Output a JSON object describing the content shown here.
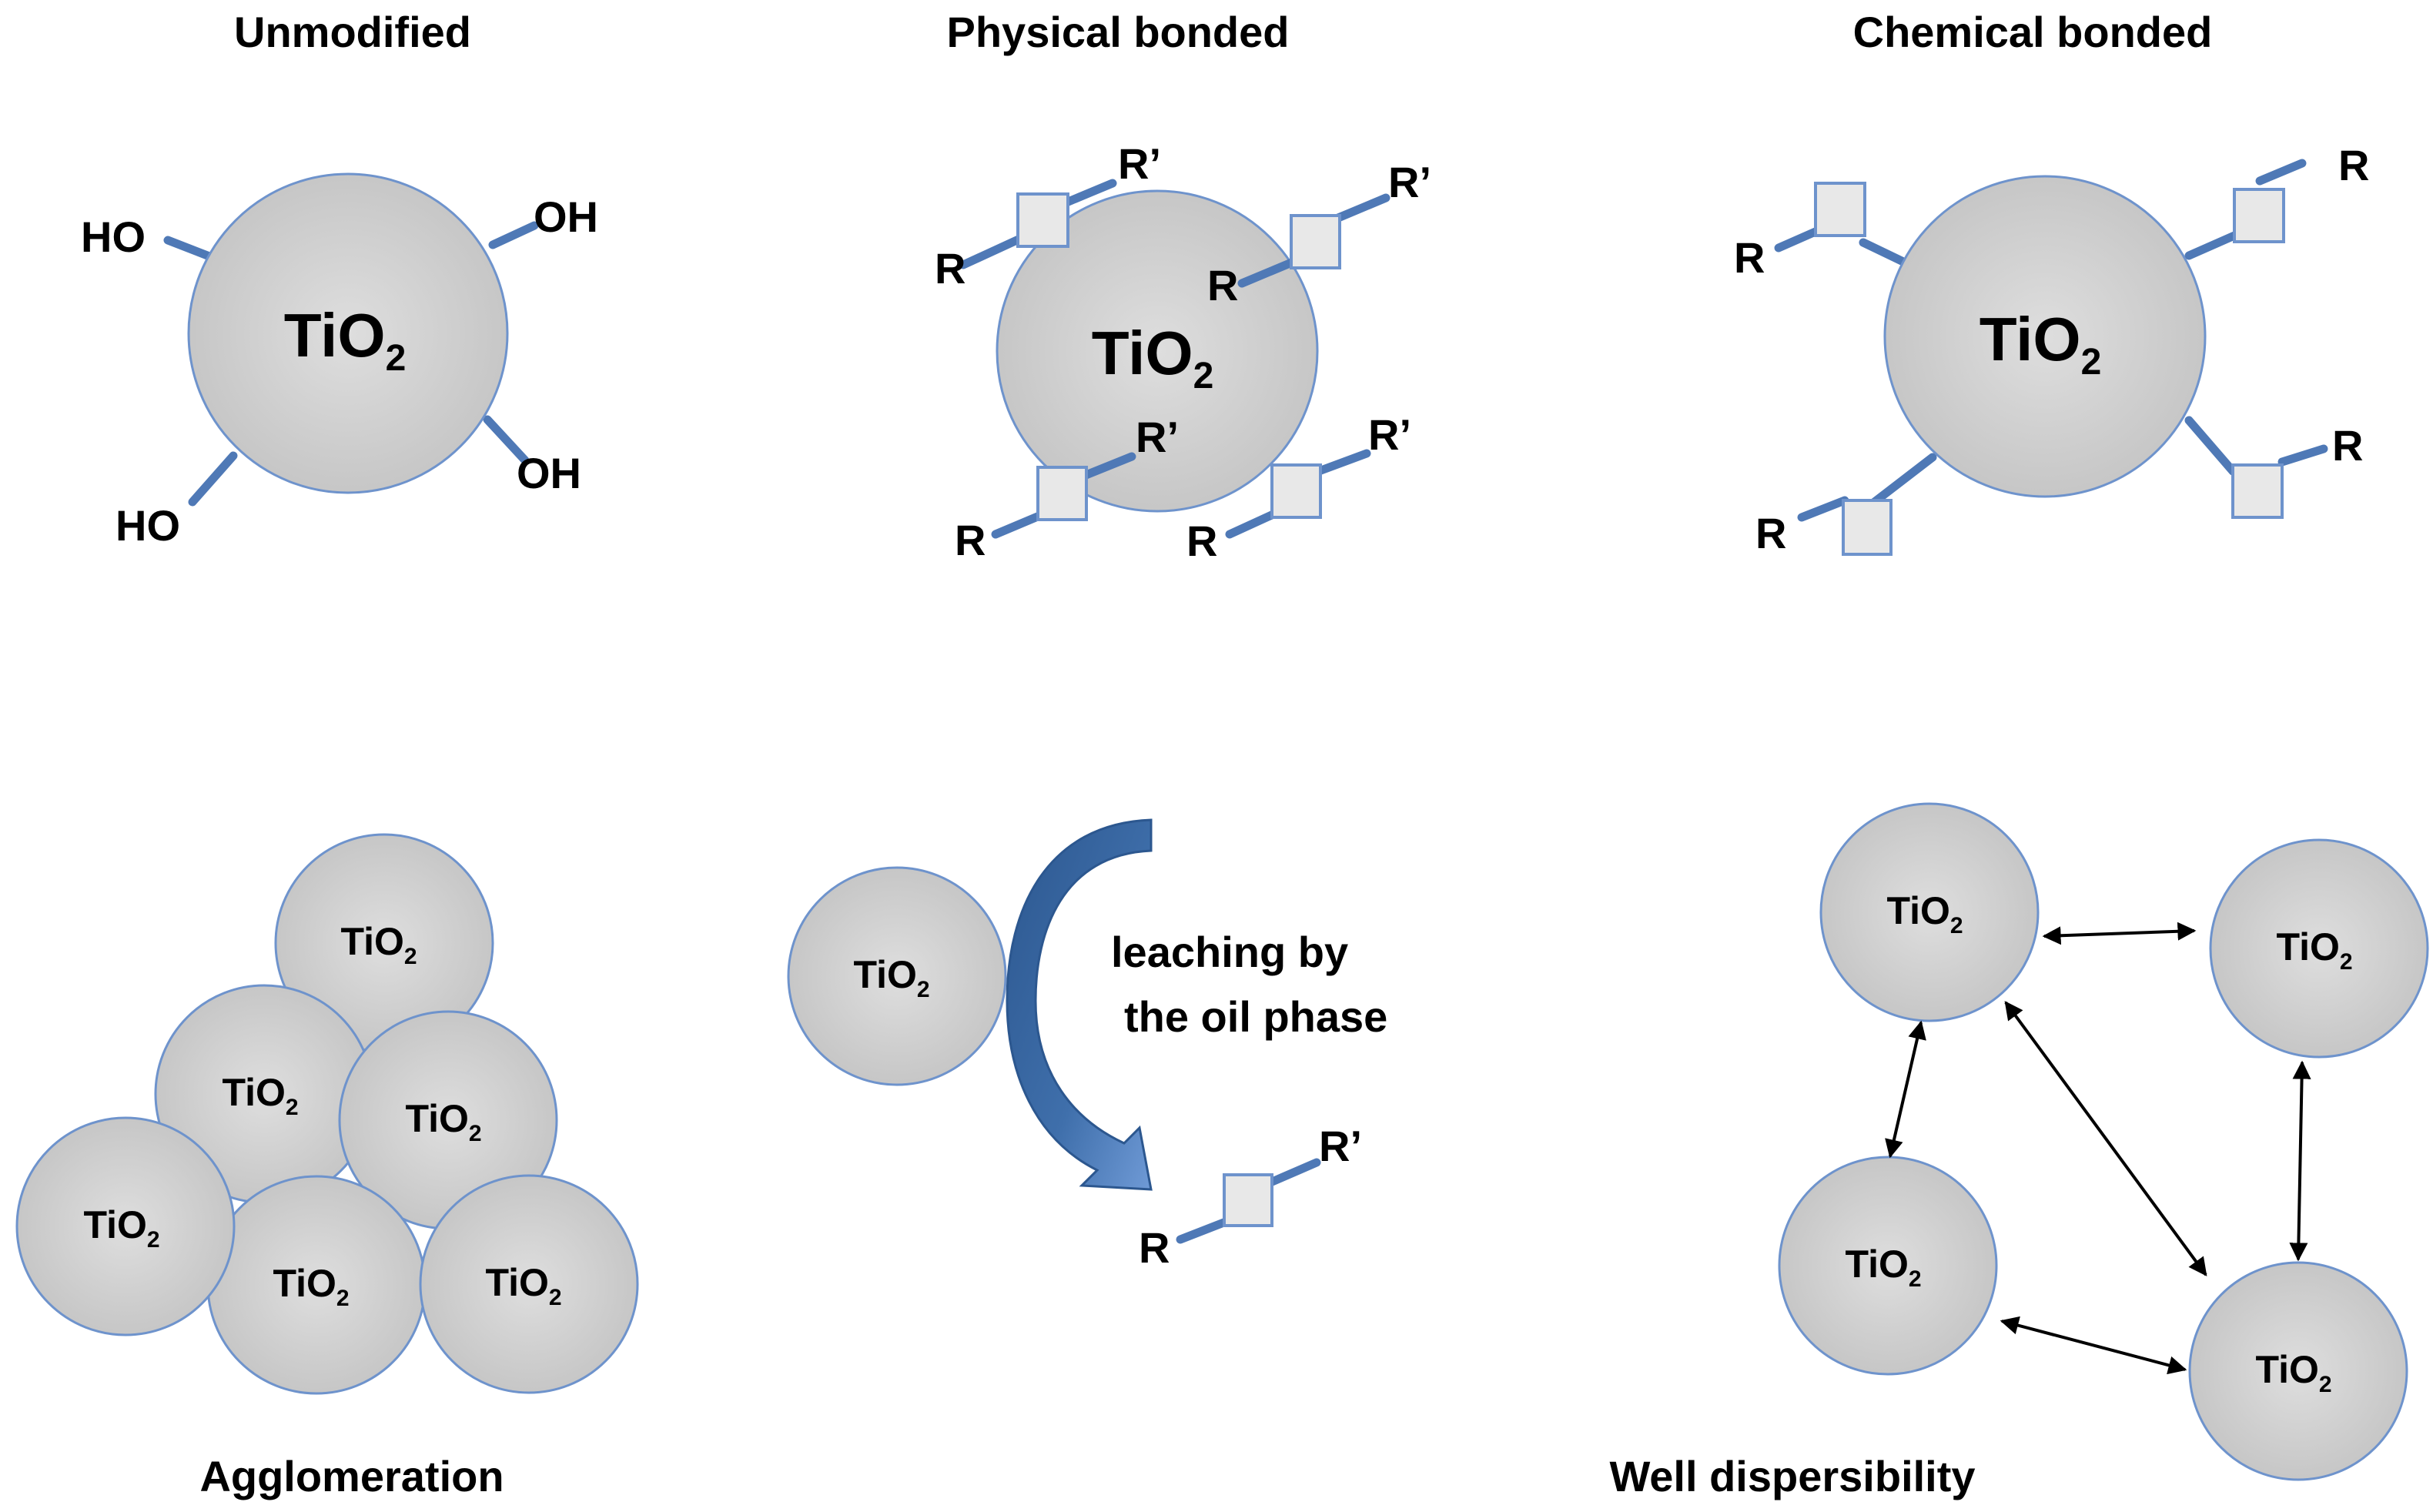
{
  "headings": {
    "unmodified": "Unmodified",
    "physical": "Physical bonded",
    "chemical": "Chemical bonded"
  },
  "particle_label": {
    "base": "TiO",
    "sub": "2"
  },
  "groups": {
    "hydroxyl_left": "HO",
    "hydroxyl_right": "OH",
    "r": "R",
    "r_prime": "R’"
  },
  "leaching_text": {
    "line1": "leaching by",
    "line2": "the oil phase"
  },
  "outcomes": {
    "agglomeration": "Agglomeration",
    "dispersibility": "Well dispersibility"
  },
  "colors": {
    "particle_fill": "#d2d2d2",
    "particle_edge": "#6e93cc",
    "bond": "#4f79b6",
    "arrow": "#3c6aa6",
    "connector": "#000000"
  }
}
